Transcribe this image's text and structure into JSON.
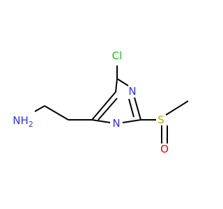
{
  "molecule": {
    "atoms": {
      "cl": {
        "label": "Cl",
        "color": "#19c319"
      },
      "n_top": {
        "label": "N",
        "color": "#3030f0"
      },
      "n_bottom": {
        "label": "N",
        "color": "#3030f0"
      },
      "s": {
        "label": "S",
        "color": "#b2b200"
      },
      "o": {
        "label": "O",
        "color": "#ee0000"
      },
      "nh2": {
        "label": "NH",
        "subscript": "2",
        "color": "#3030f0"
      }
    },
    "bond_color": "#000000"
  }
}
